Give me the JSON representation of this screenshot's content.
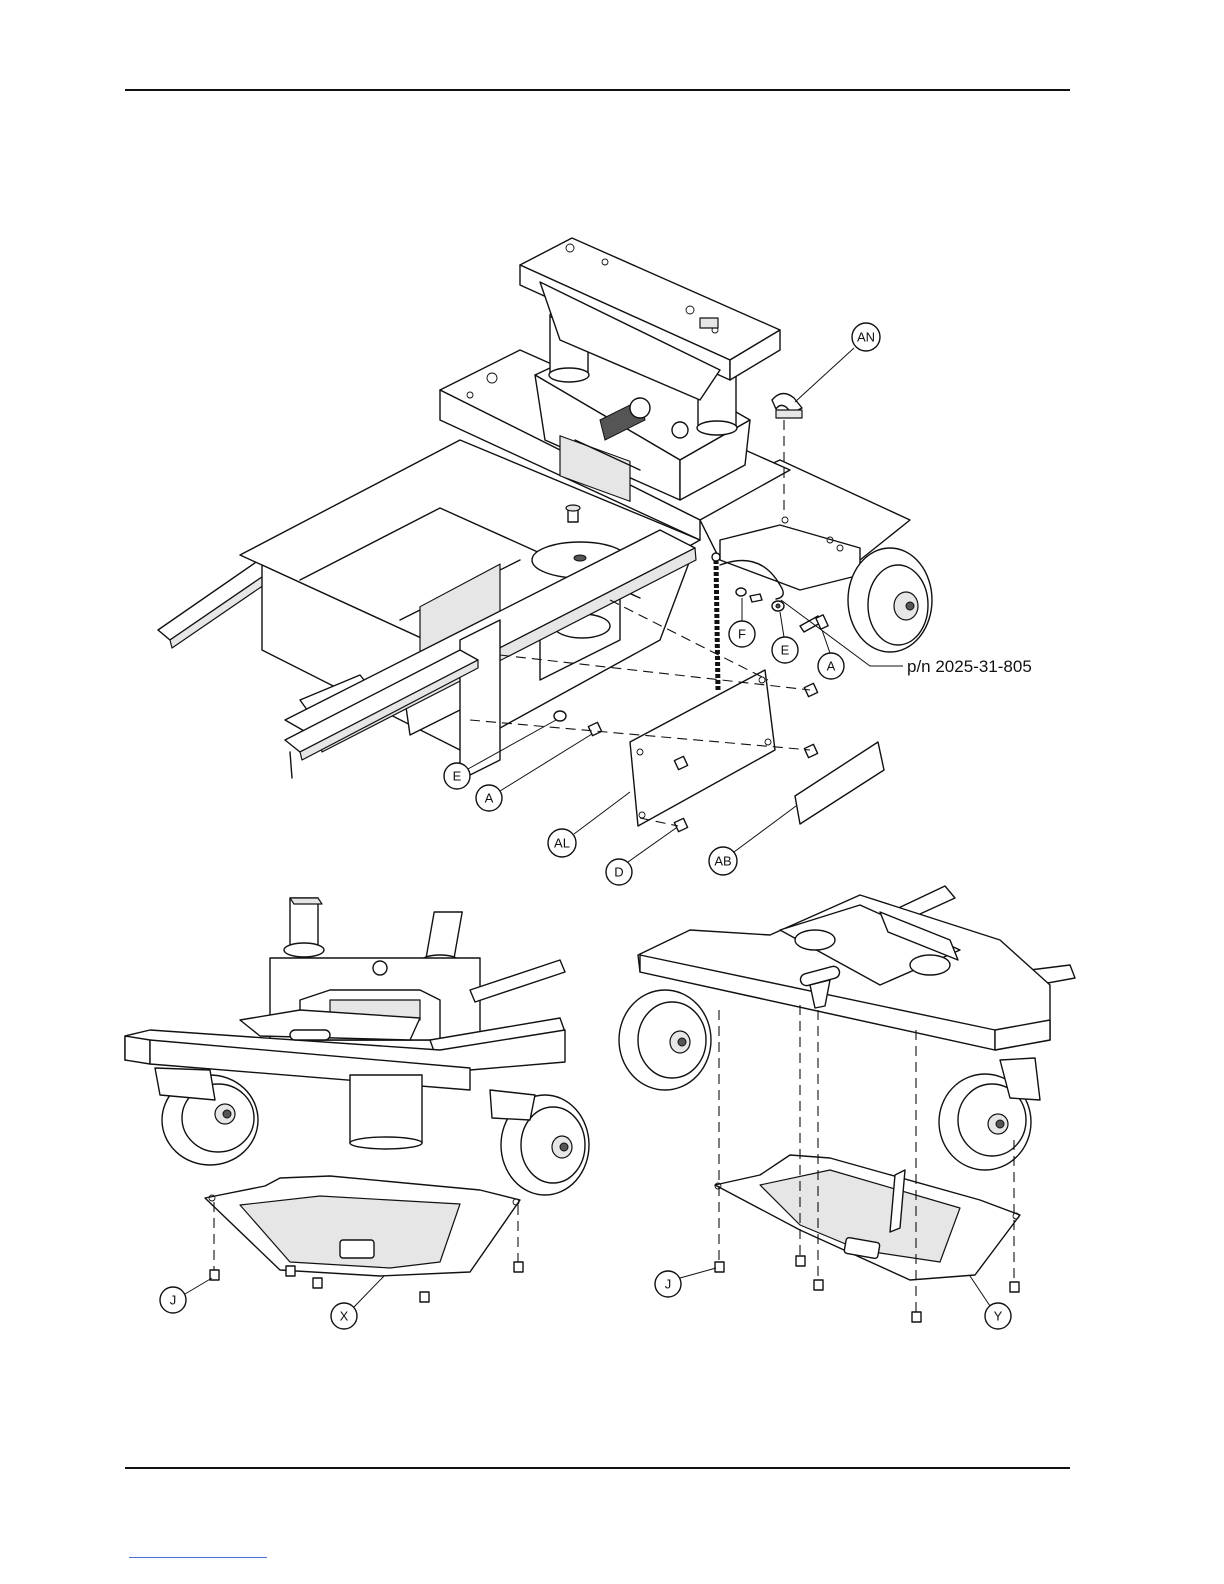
{
  "part_number_label": "p/n 2025-31-805",
  "callouts": {
    "AN": "AN",
    "F": "F",
    "E_right": "E",
    "A_right": "A",
    "E_left": "E",
    "A_left": "A",
    "AL": "AL",
    "D": "D",
    "AB": "AB",
    "J_left": "J",
    "X": "X",
    "J_right": "J",
    "Y": "Y"
  },
  "colors": {
    "line": "#111111",
    "background": "#ffffff",
    "link_rule": "#4a6fd0"
  }
}
